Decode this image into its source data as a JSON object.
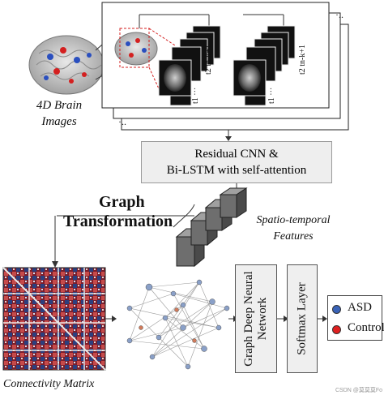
{
  "labels": {
    "input_title": "4D Brain Images",
    "cnn_line1": "Residual CNN &",
    "cnn_line2": "Bi-LSTM with self-attention",
    "graph_line1": "Graph",
    "graph_line2": "Transformation",
    "features_line1": "Spatio-temporal",
    "features_line2": "Features",
    "gdnn": "Graph Deep Neural Network",
    "softmax": "Softmax Layer",
    "conn_matrix": "Connectivity Matrix",
    "frames_a": "t2  tn-k+1",
    "frames_b": "t1   ···",
    "frames_c": "t2  tn-k+1",
    "frames_d": "t1   ···"
  },
  "legend": [
    {
      "label": "ASD",
      "color": "#3a63b8"
    },
    {
      "label": "Control",
      "color": "#e02020"
    }
  ],
  "watermark": "CSDN @莫莫莫Fo"
}
